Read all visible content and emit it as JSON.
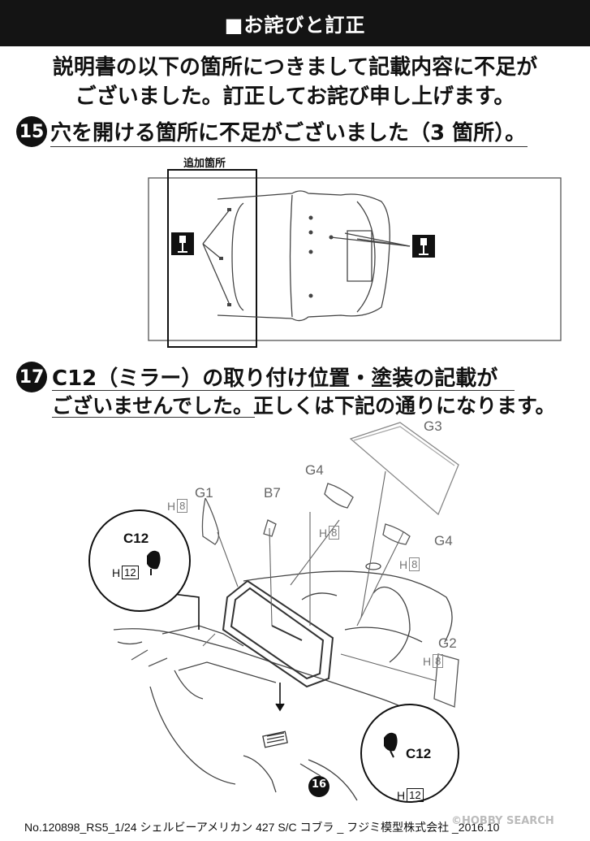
{
  "banner": {
    "title": "■お詫びと訂正"
  },
  "intro": {
    "line1": "説明書の以下の箇所につきまして記載内容に不足が",
    "line2": "ございました。訂正してお詫び申し上げます。"
  },
  "section15": {
    "number": "15",
    "title": "穴を開ける箇所に不足がございました（3 箇所）。",
    "added_label": "追加箇所"
  },
  "section17": {
    "number": "17",
    "line1": "C12（ミラー）の取り付け位置・塗装の記載が",
    "line2": "ございませんでした。正しくは下記の通りになります。"
  },
  "parts": {
    "g3": "G3",
    "g4_top": "G4",
    "g1": "G1",
    "b7": "B7",
    "g4_right": "G4",
    "g2": "G2",
    "c12_left": "C12",
    "c12_right": "C12",
    "h_prefix": "H",
    "h8": "8",
    "h12": "12",
    "step16": "16"
  },
  "footer": {
    "text": "No.120898_RS5_1/24 シェルビーアメリカン 427 S/C コブラ _ フジミ模型株式会社 _2016.10"
  },
  "watermark": {
    "text": "©HOBBY SEARCH"
  }
}
